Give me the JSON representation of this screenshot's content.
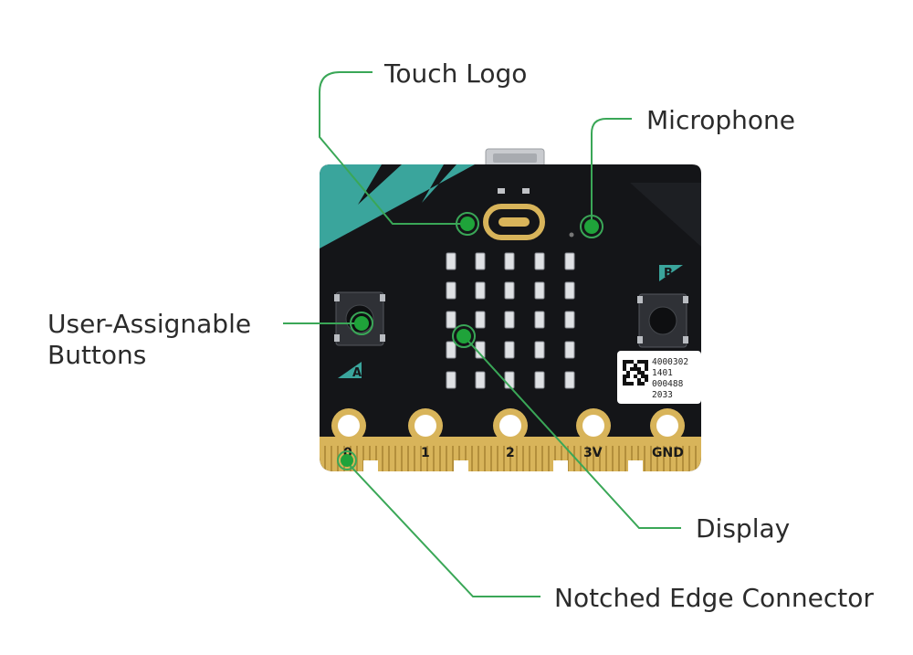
{
  "callouts": {
    "touch_logo": "Touch Logo",
    "microphone": "Microphone",
    "buttons_line1": "User-Assignable",
    "buttons_line2": "Buttons",
    "display": "Display",
    "edge_connector": "Notched Edge Connector"
  },
  "board": {
    "pins": [
      "0",
      "1",
      "2",
      "3V",
      "GND"
    ],
    "button_a": "A",
    "button_b": "B",
    "serial_label": [
      "4000302",
      "1401",
      "000488",
      "2033"
    ]
  },
  "colors": {
    "board": "#141518",
    "teal": "#3aa59c",
    "gold": "#d8b45a",
    "callout_green": "#3aa757",
    "marker": "#1fa33a"
  }
}
